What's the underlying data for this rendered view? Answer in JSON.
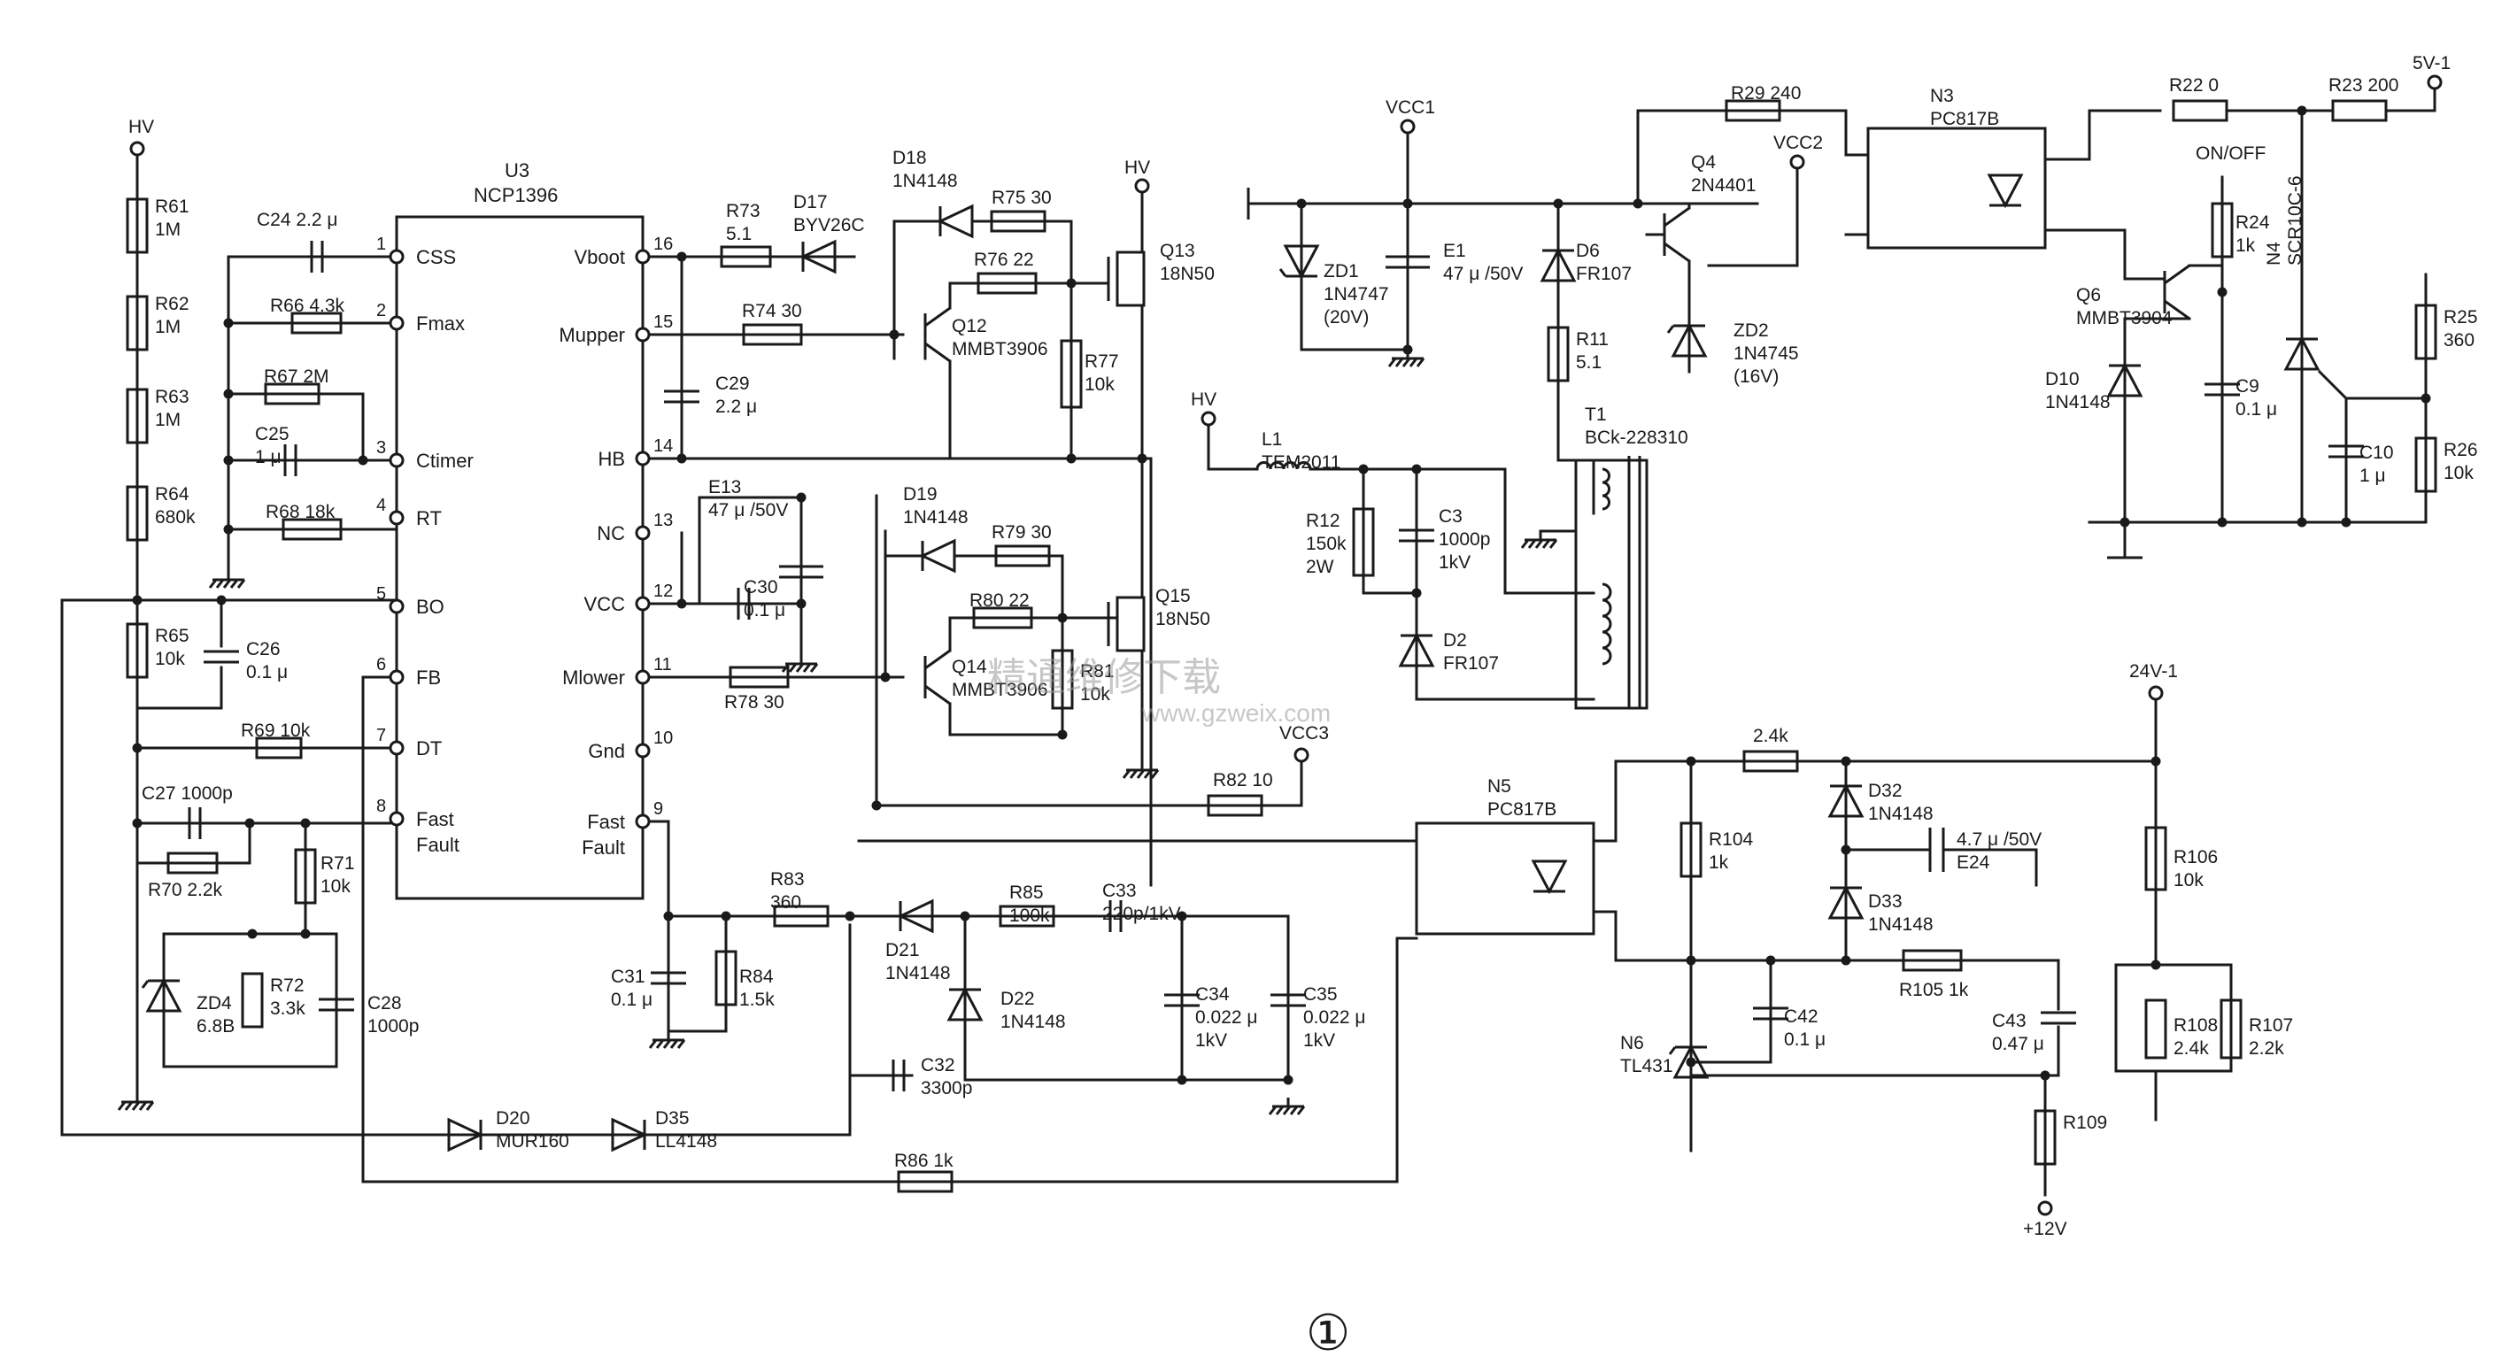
{
  "figure_number": "①",
  "watermark": {
    "cn": "精通维修下载",
    "url": "www.gzweix.com"
  },
  "ic": {
    "ref": "U3",
    "part": "NCP1396",
    "pins_left": [
      {
        "no": "1",
        "name": "CSS"
      },
      {
        "no": "2",
        "name": "Fmax"
      },
      {
        "no": "3",
        "name": "Ctimer"
      },
      {
        "no": "4",
        "name": "RT"
      },
      {
        "no": "5",
        "name": "BO"
      },
      {
        "no": "6",
        "name": "FB"
      },
      {
        "no": "7",
        "name": "DT"
      },
      {
        "no": "8",
        "name": "Fast"
      }
    ],
    "pin8_line2": "Fault",
    "pins_right": [
      {
        "no": "16",
        "name": "Vboot"
      },
      {
        "no": "15",
        "name": "Mupper"
      },
      {
        "no": "14",
        "name": "HB"
      },
      {
        "no": "13",
        "name": "NC"
      },
      {
        "no": "12",
        "name": "VCC"
      },
      {
        "no": "11",
        "name": "Mlower"
      },
      {
        "no": "10",
        "name": "Gnd"
      },
      {
        "no": "9",
        "name": "Fast"
      }
    ],
    "pin9_line2": "Fault"
  },
  "nets": {
    "hv": "HV",
    "vcc1": "VCC1",
    "vcc2": "VCC2",
    "vcc3": "VCC3",
    "v5": "5V-1",
    "onoff": "ON/OFF",
    "v24": "24V-1",
    "v12": "+12V"
  },
  "labels": [
    {
      "id": "R61",
      "lines": [
        "R61",
        "1M"
      ]
    },
    {
      "id": "R62",
      "lines": [
        "R62",
        "1M"
      ]
    },
    {
      "id": "R63",
      "lines": [
        "R63",
        "1M"
      ]
    },
    {
      "id": "R64",
      "lines": [
        "R64",
        "680k"
      ]
    },
    {
      "id": "R65",
      "lines": [
        "R65",
        "10k"
      ]
    },
    {
      "id": "C24",
      "lines": [
        "C24 2.2 μ"
      ]
    },
    {
      "id": "R66",
      "lines": [
        "R66 4.3k"
      ]
    },
    {
      "id": "R67",
      "lines": [
        "R67 2M"
      ]
    },
    {
      "id": "C25",
      "lines": [
        "C25",
        "1 μ"
      ]
    },
    {
      "id": "R68",
      "lines": [
        "R68 18k"
      ]
    },
    {
      "id": "C26",
      "lines": [
        "C26",
        "0.1 μ"
      ]
    },
    {
      "id": "R69",
      "lines": [
        "R69 10k"
      ]
    },
    {
      "id": "C27",
      "lines": [
        "C27 1000p"
      ]
    },
    {
      "id": "R70",
      "lines": [
        "R70 2.2k"
      ]
    },
    {
      "id": "R71",
      "lines": [
        "R71",
        "10k"
      ]
    },
    {
      "id": "ZD4",
      "lines": [
        "ZD4",
        "6.8B"
      ]
    },
    {
      "id": "R72",
      "lines": [
        "R72",
        "3.3k"
      ]
    },
    {
      "id": "C28",
      "lines": [
        "C28",
        "1000p"
      ]
    },
    {
      "id": "R73",
      "lines": [
        "R73",
        "5.1"
      ]
    },
    {
      "id": "D17",
      "lines": [
        "D17",
        "BYV26C"
      ]
    },
    {
      "id": "R74",
      "lines": [
        "R74 30"
      ]
    },
    {
      "id": "C29",
      "lines": [
        "C29",
        "2.2 μ"
      ]
    },
    {
      "id": "E13",
      "lines": [
        "E13",
        "47 μ /50V"
      ]
    },
    {
      "id": "C30",
      "lines": [
        "C30",
        "0.1 μ"
      ]
    },
    {
      "id": "R78",
      "lines": [
        "R78 30"
      ]
    },
    {
      "id": "D18",
      "lines": [
        "D18",
        "1N4148"
      ]
    },
    {
      "id": "R75",
      "lines": [
        "R75 30"
      ]
    },
    {
      "id": "R76",
      "lines": [
        "R76 22"
      ]
    },
    {
      "id": "Q12",
      "lines": [
        "Q12",
        "MMBT3906"
      ]
    },
    {
      "id": "R77",
      "lines": [
        "R77",
        "10k"
      ]
    },
    {
      "id": "Q13",
      "lines": [
        "Q13",
        "18N50"
      ]
    },
    {
      "id": "D19",
      "lines": [
        "D19",
        "1N4148"
      ]
    },
    {
      "id": "R79",
      "lines": [
        "R79 30"
      ]
    },
    {
      "id": "R80",
      "lines": [
        "R80 22"
      ]
    },
    {
      "id": "Q14",
      "lines": [
        "Q14",
        "MMBT3906"
      ]
    },
    {
      "id": "R81",
      "lines": [
        "R81",
        "10k"
      ]
    },
    {
      "id": "Q15",
      "lines": [
        "Q15",
        "18N50"
      ]
    },
    {
      "id": "R82",
      "lines": [
        "R82 10"
      ]
    },
    {
      "id": "R83",
      "lines": [
        "R83",
        "360"
      ]
    },
    {
      "id": "C31",
      "lines": [
        "C31",
        "0.1 μ"
      ]
    },
    {
      "id": "R84",
      "lines": [
        "R84",
        "1.5k"
      ]
    },
    {
      "id": "D21",
      "lines": [
        "D21",
        "1N4148"
      ]
    },
    {
      "id": "D22",
      "lines": [
        "D22",
        "1N4148"
      ]
    },
    {
      "id": "R85",
      "lines": [
        "R85",
        "100k"
      ]
    },
    {
      "id": "C33",
      "lines": [
        "C33",
        "220p/1kV"
      ]
    },
    {
      "id": "C34",
      "lines": [
        "C34",
        "0.022 μ",
        "1kV"
      ]
    },
    {
      "id": "C35",
      "lines": [
        "C35",
        "0.022 μ",
        "1kV"
      ]
    },
    {
      "id": "C32",
      "lines": [
        "C32",
        "3300p"
      ]
    },
    {
      "id": "D20",
      "lines": [
        "D20",
        "MUR160"
      ]
    },
    {
      "id": "D35",
      "lines": [
        "D35",
        "LL4148"
      ]
    },
    {
      "id": "R86",
      "lines": [
        "R86 1k"
      ]
    },
    {
      "id": "ZD1",
      "lines": [
        "ZD1",
        "1N4747",
        "(20V)"
      ]
    },
    {
      "id": "E1",
      "lines": [
        "E1",
        "47 μ /50V"
      ]
    },
    {
      "id": "D6",
      "lines": [
        "D6",
        "FR107"
      ]
    },
    {
      "id": "R11",
      "lines": [
        "R11",
        "5.1"
      ]
    },
    {
      "id": "L1",
      "lines": [
        "L1",
        "TEM2011"
      ]
    },
    {
      "id": "R12",
      "lines": [
        "R12",
        "150k",
        "2W"
      ]
    },
    {
      "id": "C3",
      "lines": [
        "C3",
        "1000p",
        "1kV"
      ]
    },
    {
      "id": "D2",
      "lines": [
        "D2",
        "FR107"
      ]
    },
    {
      "id": "T1",
      "lines": [
        "T1",
        "BCk-228310"
      ]
    },
    {
      "id": "R29",
      "lines": [
        "R29 240"
      ]
    },
    {
      "id": "Q4",
      "lines": [
        "Q4",
        "2N4401"
      ]
    },
    {
      "id": "ZD2",
      "lines": [
        "ZD2",
        "1N4745",
        "(16V)"
      ]
    },
    {
      "id": "N3",
      "lines": [
        "N3",
        "PC817B"
      ]
    },
    {
      "id": "R22",
      "lines": [
        "R22 0"
      ]
    },
    {
      "id": "R23",
      "lines": [
        "R23 200"
      ]
    },
    {
      "id": "R24",
      "lines": [
        "R24",
        "1k"
      ]
    },
    {
      "id": "Q6",
      "lines": [
        "Q6",
        "MMBT3904"
      ]
    },
    {
      "id": "D10",
      "lines": [
        "D10",
        "1N4148"
      ]
    },
    {
      "id": "C9",
      "lines": [
        "C9",
        "0.1 μ"
      ]
    },
    {
      "id": "N4",
      "lines": [
        "N4",
        "SCR10C-6"
      ]
    },
    {
      "id": "R25",
      "lines": [
        "R25",
        "360"
      ]
    },
    {
      "id": "C10",
      "lines": [
        "C10",
        "1 μ"
      ]
    },
    {
      "id": "R26",
      "lines": [
        "R26",
        "10k"
      ]
    },
    {
      "id": "N5",
      "lines": [
        "N5",
        "PC817B"
      ]
    },
    {
      "id": "R104",
      "lines": [
        "R104",
        "1k"
      ]
    },
    {
      "id": "R2_4k",
      "lines": [
        "2.4k"
      ]
    },
    {
      "id": "D32",
      "lines": [
        "D32",
        "1N4148"
      ]
    },
    {
      "id": "E24",
      "lines": [
        "4.7 μ /50V",
        "E24"
      ]
    },
    {
      "id": "D33",
      "lines": [
        "D33",
        "1N4148"
      ]
    },
    {
      "id": "R105",
      "lines": [
        "R105  1k"
      ]
    },
    {
      "id": "C42",
      "lines": [
        "C42",
        "0.1 μ"
      ]
    },
    {
      "id": "C43",
      "lines": [
        "C43",
        "0.47 μ"
      ]
    },
    {
      "id": "N6",
      "lines": [
        "N6",
        "TL431"
      ]
    },
    {
      "id": "R109",
      "lines": [
        "R109"
      ]
    },
    {
      "id": "R106",
      "lines": [
        "R106",
        "10k"
      ]
    },
    {
      "id": "R108",
      "lines": [
        "R108",
        "2.4k"
      ]
    },
    {
      "id": "R107",
      "lines": [
        "R107",
        "2.2k"
      ]
    }
  ]
}
